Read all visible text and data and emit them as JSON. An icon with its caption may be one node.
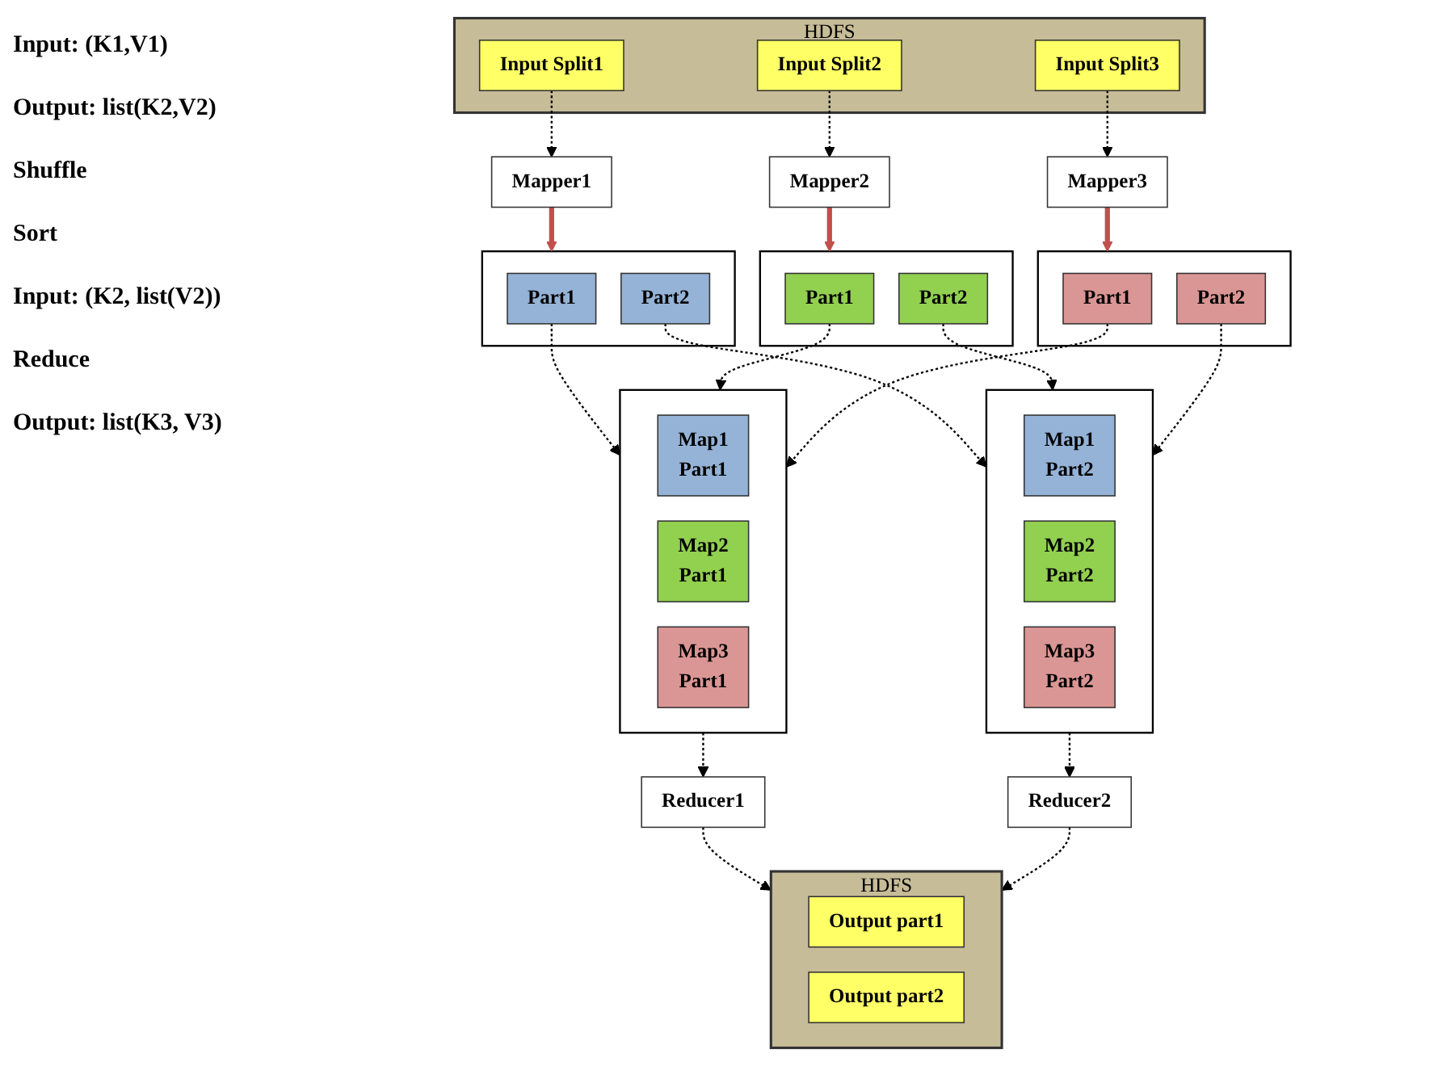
{
  "diagram": {
    "nodes": [
      {
        "text": [
          "HDFS"
        ]
      },
      {
        "text": [
          "Input Split1"
        ],
        "in": 0
      },
      {
        "text": [
          "Input Split2"
        ],
        "in": 0
      },
      {
        "text": [
          "Input Split3"
        ],
        "in": 0
      },
      {
        "text": [
          "Mapper1"
        ]
      },
      {
        "text": [
          "Mapper2"
        ]
      },
      {
        "text": [
          "Mapper3"
        ]
      },
      {
        "text": [],
        "shape": "box"
      },
      {
        "text": [
          "Part1"
        ],
        "in": 7
      },
      {
        "text": [
          "Part2"
        ],
        "in": 7
      },
      {
        "text": [],
        "shape": "box"
      },
      {
        "text": [
          "Part1"
        ],
        "in": 10
      },
      {
        "text": [
          "Part2"
        ],
        "in": 10
      },
      {
        "text": [],
        "shape": "box"
      },
      {
        "text": [
          "Part1"
        ],
        "in": 13
      },
      {
        "text": [
          "Part2"
        ],
        "in": 13
      },
      {
        "text": [],
        "shape": "box"
      },
      {
        "text": [
          "Map1",
          "Part1"
        ],
        "in": 16
      },
      {
        "text": [
          "Map2",
          "Part1"
        ],
        "in": 16
      },
      {
        "text": [
          "Map3",
          "Part1"
        ],
        "in": 16
      },
      {
        "text": [],
        "shape": "box"
      },
      {
        "text": [
          "Map1",
          "Part2"
        ],
        "in": 20
      },
      {
        "text": [
          "Map2",
          "Part2"
        ],
        "in": 20
      },
      {
        "text": [
          "Map3",
          "Part2"
        ],
        "in": 20
      },
      {
        "text": [
          "Reducer1"
        ]
      },
      {
        "text": [
          "Reducer2"
        ]
      },
      {
        "text": [
          "HDFS"
        ]
      },
      {
        "text": [
          "Output part1"
        ],
        "in": 26
      },
      {
        "text": [
          "Output part2"
        ],
        "in": 26
      }
    ],
    "edges": [
      {
        "from": 1,
        "to": 4,
        "arrow": "to",
        "style": "dashed"
      },
      {
        "from": 2,
        "to": 5,
        "arrow": "to",
        "style": "dashed"
      },
      {
        "from": 3,
        "to": 6,
        "arrow": "to",
        "style": "dashed"
      },
      {
        "from": 4,
        "to": 7,
        "arrow": "to",
        "style": "thick",
        "color": "#c0504d"
      },
      {
        "from": 5,
        "to": 10,
        "arrow": "to",
        "style": "thick",
        "color": "#c0504d"
      },
      {
        "from": 6,
        "to": 13,
        "arrow": "to",
        "style": "thick",
        "color": "#c0504d"
      },
      {
        "from": 8,
        "to": 16,
        "arrow": "to",
        "style": "dashed"
      },
      {
        "from": 9,
        "to": 20,
        "arrow": "to",
        "style": "dashed"
      },
      {
        "from": 11,
        "to": 16,
        "arrow": "to",
        "style": "dashed"
      },
      {
        "from": 12,
        "to": 20,
        "arrow": "to",
        "style": "dashed"
      },
      {
        "from": 14,
        "to": 16,
        "arrow": "to",
        "style": "dashed"
      },
      {
        "from": 15,
        "to": 20,
        "arrow": "to",
        "style": "dashed"
      },
      {
        "from": 16,
        "to": 24,
        "arrow": "to",
        "style": "dashed"
      },
      {
        "from": 20,
        "to": 25,
        "arrow": "to",
        "style": "dashed"
      },
      {
        "from": 24,
        "to": 26,
        "arrow": "to",
        "style": "dashed"
      },
      {
        "from": 25,
        "to": 26,
        "arrow": "to",
        "style": "dashed"
      }
    ],
    "labels": [
      "Input: (K1,V1)",
      "Output: list(K2,V2)",
      "Shuffle",
      "Sort",
      "Input: (K2, list(V2))",
      "Reduce",
      "Output: list(K3, V3)"
    ]
  }
}
